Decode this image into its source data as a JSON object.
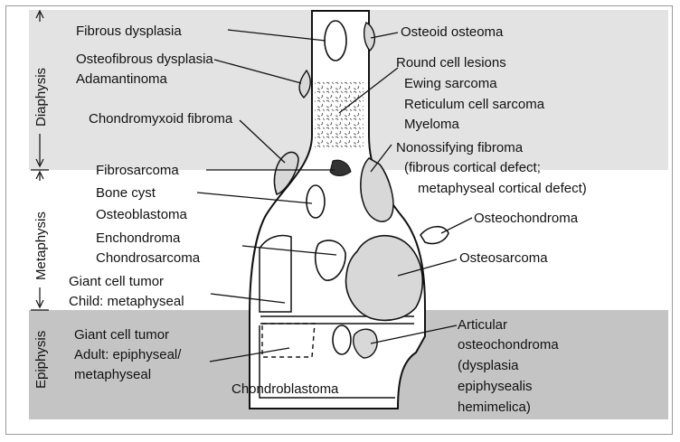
{
  "zones": {
    "diaphysis": "Diaphysis",
    "metaphysis": "Metaphysis",
    "epiphysis": "Epiphysis"
  },
  "labels": {
    "fibrous_dysplasia": "Fibrous dysplasia",
    "osteofibrous_dysplasia": "Osteofibrous dysplasia",
    "adamantinoma": "Adamantinoma",
    "chondromyxoid_fibroma": "Chondromyxoid fibroma",
    "fibrosarcoma": "Fibrosarcoma",
    "bone_cyst": "Bone cyst",
    "osteoblastoma": "Osteoblastoma",
    "enchondroma": "Enchondroma",
    "chondrosarcoma": "Chondrosarcoma",
    "giant_cell_child_1": "Giant cell tumor",
    "giant_cell_child_2": "Child: metaphyseal",
    "giant_cell_adult_1": "Giant cell tumor",
    "giant_cell_adult_2": "Adult: epiphyseal/",
    "giant_cell_adult_3": "metaphyseal",
    "chondroblastoma": "Chondroblastoma",
    "osteoid_osteoma": "Osteoid osteoma",
    "round_cell": "Round cell lesions",
    "ewing": "Ewing sarcoma",
    "reticulum": "Reticulum cell sarcoma",
    "myeloma": "Myeloma",
    "nonossifying_1": "Nonossifying fibroma",
    "nonossifying_2": "(fibrous cortical defect;",
    "nonossifying_3": "metaphyseal cortical defect)",
    "osteochondroma": "Osteochondroma",
    "osteosarcoma": "Osteosarcoma",
    "articular_1": "Articular",
    "articular_2": "osteochondroma",
    "articular_3": "(dysplasia",
    "articular_4": "epiphysealis",
    "articular_5": "hemimelica)"
  }
}
